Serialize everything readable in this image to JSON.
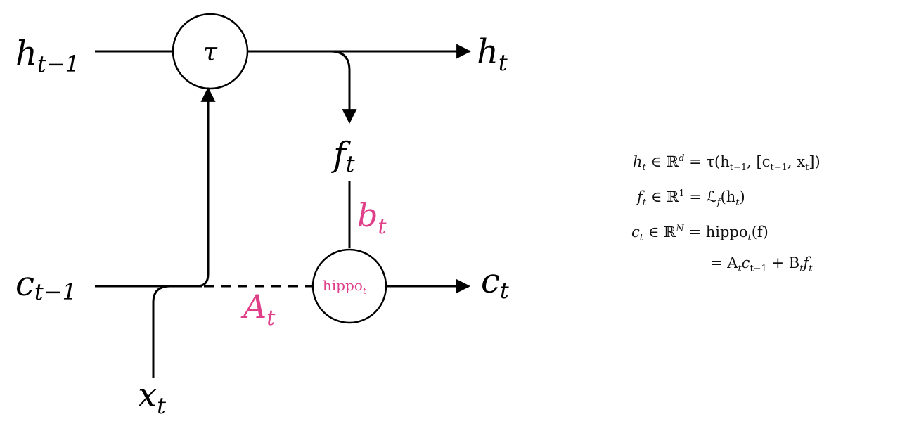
{
  "diagram": {
    "labels": {
      "h_prev": "h",
      "h_prev_sub": "t−1",
      "h_next": "h",
      "h_next_sub": "t",
      "tau": "τ",
      "f": "f",
      "f_sub": "t",
      "b": "b",
      "b_sub": "t",
      "c_prev": "c",
      "c_prev_sub": "t−1",
      "c_next": "c",
      "c_next_sub": "t",
      "A": "A",
      "A_sub": "t",
      "x": "x",
      "x_sub": "t",
      "hippo": "hippo",
      "hippo_sub": "t"
    },
    "colors": {
      "accent": "#e0408a",
      "line": "#000000"
    }
  },
  "equations": [
    {
      "lhs": "h",
      "lhs_sub": "t",
      "space": "∈ ℝ",
      "sup": "d",
      "rhs": "= τ(h",
      "rhs_rest": ", [c",
      "rhs_rest2": ", x",
      "rhs_end": "])",
      "s1": "t−1",
      "s2": "t−1",
      "s3": "t"
    },
    {
      "lhs": "f",
      "lhs_sub": "t",
      "space": "∈ ℝ",
      "sup": "1",
      "rhs": "= ℒ",
      "rhs_sub": "f",
      "rhs_end": "(h",
      "rhs_end_sub": "t",
      "rhs_close": ")"
    },
    {
      "lhs": "c",
      "lhs_sub": "t",
      "space": "∈ ℝ",
      "sup": "N",
      "rhs": "= hippo",
      "rhs_sub": "t",
      "rhs_end": "(f)"
    },
    {
      "rhs": "= A",
      "r1": "t",
      "r2": "c",
      "r3": "t−1",
      "r4": " + B",
      "r5": "t",
      "r6": "f",
      "r7": "t"
    }
  ]
}
